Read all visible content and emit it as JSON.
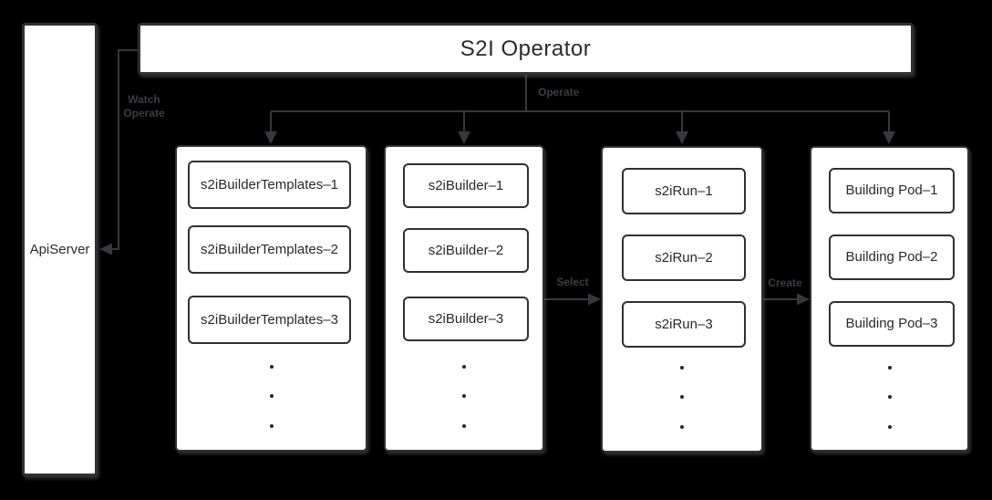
{
  "colors": {
    "background": "#000000",
    "box_fill": "#ffffff",
    "box_border": "#303134",
    "box_text": "#28292c",
    "wire": "#37383c",
    "edge_label": "#3c3d41"
  },
  "operator": {
    "title": "S2I Operator"
  },
  "apiserver": {
    "label": "ApiServer"
  },
  "edges": {
    "watch_line1": "Watch",
    "watch_line2": "Operate",
    "operate": "Operate",
    "select": "Select",
    "create": "Create"
  },
  "columns": [
    {
      "items": [
        "s2iBuilderTemplates–1",
        "s2iBuilderTemplates–2",
        "s2iBuilderTemplates–3"
      ]
    },
    {
      "items": [
        "s2iBuilder–1",
        "s2iBuilder–2",
        "s2iBuilder–3"
      ]
    },
    {
      "items": [
        "s2iRun–1",
        "s2iRun–2",
        "s2iRun–3"
      ]
    },
    {
      "items": [
        "Building Pod–1",
        "Building Pod–2",
        "Building Pod–3"
      ]
    }
  ]
}
